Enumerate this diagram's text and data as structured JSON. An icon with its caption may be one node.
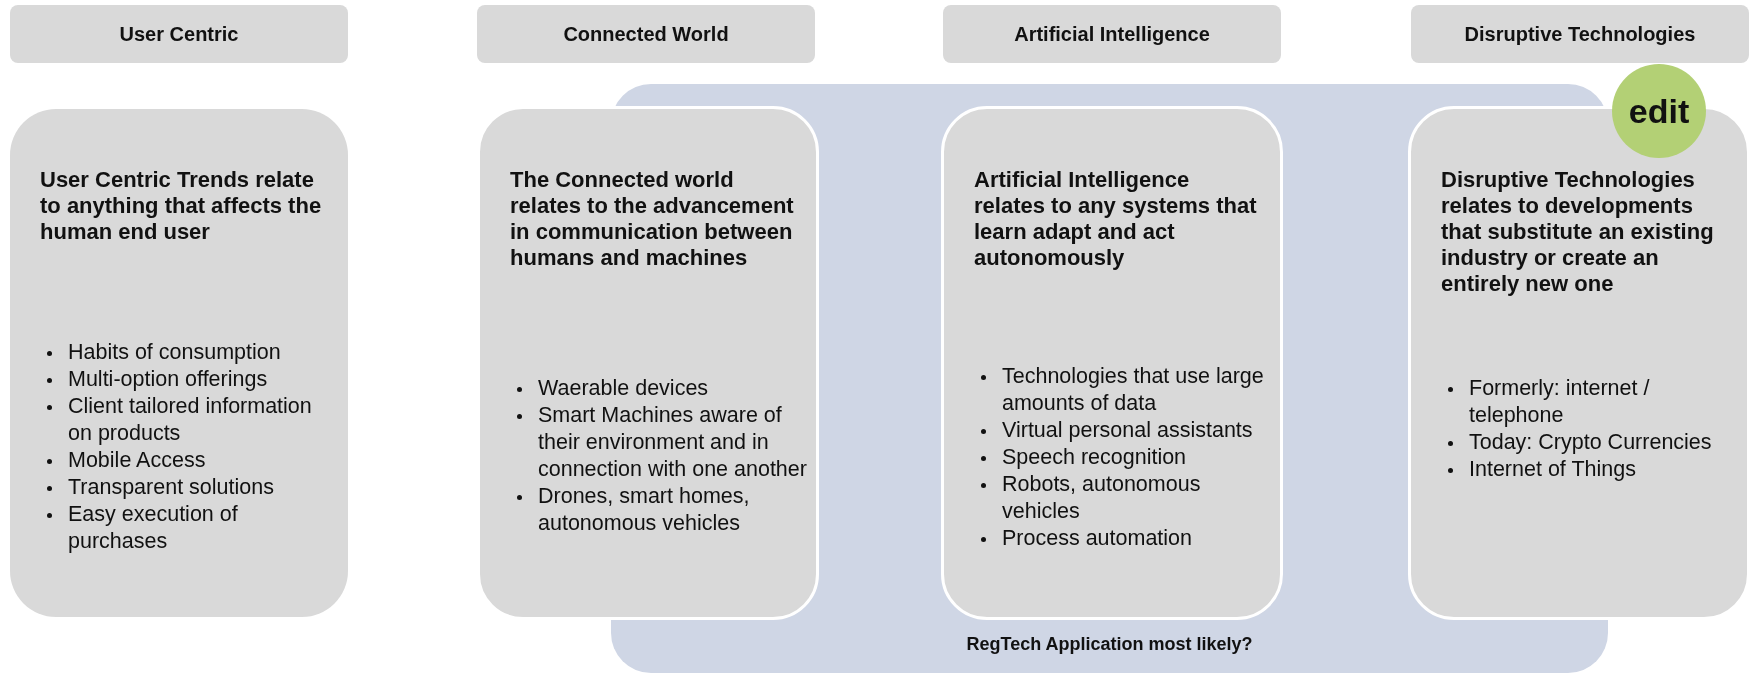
{
  "diagram": {
    "nodes": [
      {
        "text": [
          "User Centric"
        ]
      },
      {
        "text": [
          "Connected World"
        ]
      },
      {
        "text": [
          "Artificial Intelligence"
        ]
      },
      {
        "text": [
          "Disruptive Technologies"
        ]
      },
      {
        "text": [
          "RegTech Application most likely?"
        ]
      },
      {
        "text": [
          "User Centric Trends relate to anything that affects the human end user",
          "Habits of consumption",
          "Multi-option offerings",
          "Client tailored information on products",
          "Mobile Access",
          "Transparent solutions",
          "Easy execution of purchases"
        ]
      },
      {
        "text": [
          "The Connected world relates to the advancement in communication between humans and machines",
          "Waerable devices",
          "Smart Machines aware of their environment and in connection with one another",
          "Drones, smart homes, autonomous vehicles"
        ]
      },
      {
        "text": [
          "Artificial Intelligence relates to any systems that learn adapt and act autonomously",
          "Technologies that use large amounts of data",
          "Virtual personal assistants",
          "Speech recognition",
          "Robots, autonomous vehicles",
          "Process automation"
        ],
        "in": 4
      },
      {
        "text": [
          "Disruptive Technologies relates to developments that substitute an existing industry or create an entirely new one",
          "Formerly: internet / telephone",
          "Today: Crypto Currencies",
          "Internet of Things"
        ]
      },
      {
        "text": [
          "edit"
        ]
      }
    ],
    "edges": []
  }
}
